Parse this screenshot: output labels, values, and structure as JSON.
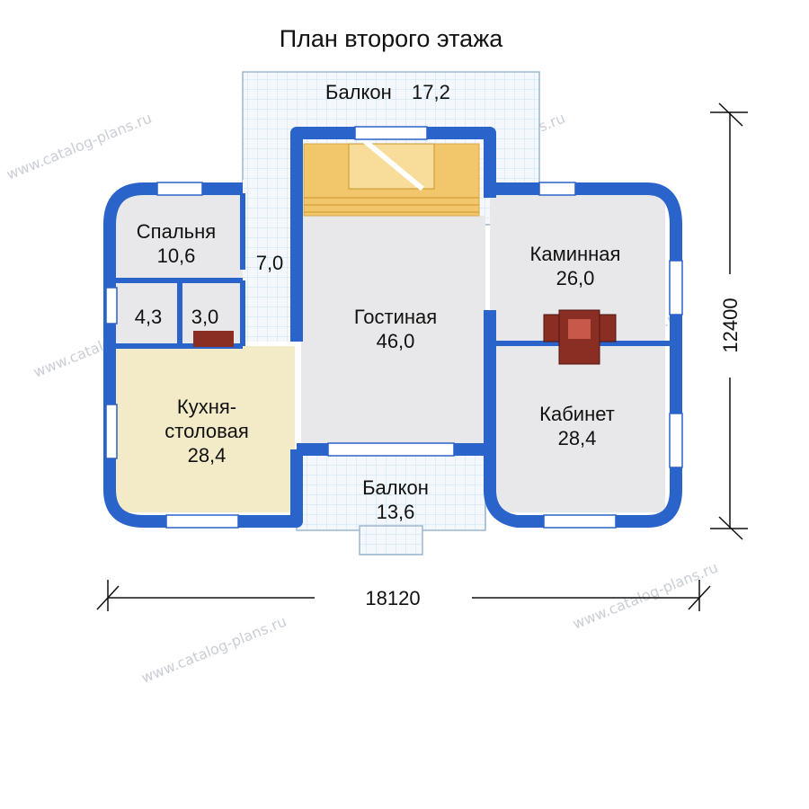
{
  "title": "План второго этажа",
  "rooms": [
    {
      "name": "Балкон",
      "area": "17,2"
    },
    {
      "name": "Спальня",
      "area": "10,6"
    },
    {
      "name": "",
      "area": "7,0"
    },
    {
      "name": "",
      "area": "4,3"
    },
    {
      "name": "",
      "area": "3,0"
    },
    {
      "name": "Гостиная",
      "area": "46,0"
    },
    {
      "name": "Каминная",
      "area": "26,0"
    },
    {
      "name": "Кабинет",
      "area": "28,4"
    },
    {
      "name": "Кухня-",
      "name2": "столовая",
      "area": "28,4"
    },
    {
      "name": "Балкон",
      "area": "13,6"
    }
  ],
  "dimensions": {
    "width": "18120",
    "depth": "12400"
  },
  "watermark": "www.catalog-plans.ru",
  "colors": {
    "wall": "#2a63c9",
    "wall_light": "#8fb7ea",
    "floor": "#e8e8ea",
    "kitchen": "#f3eac8",
    "stairs": "#f2c66b",
    "fireplace": "#8a2e24",
    "tile_line": "#c8dff2"
  }
}
